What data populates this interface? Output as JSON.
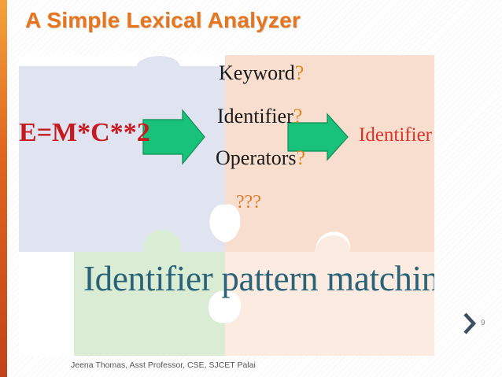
{
  "slide": {
    "title": "A Simple Lexical Analyzer",
    "page_number": "9",
    "footer": "Jeena Thomas, Asst Professor, CSE, SJCET Palai"
  },
  "figure": {
    "expression_first": "E",
    "expression_rest": "=M*C**2",
    "questions": [
      {
        "text": "Keyword",
        "mark": "?"
      },
      {
        "text": "Identifier",
        "mark": "?"
      },
      {
        "text": "Operators",
        "mark": "?"
      }
    ],
    "unknown": "???",
    "result": "Identifier",
    "caption": "Identifier pattern matching"
  },
  "colors": {
    "title": "#e8741c",
    "accent_bar": "#e0661e",
    "expression": "#c8191e",
    "arrow": "#19c27a",
    "result": "#d9332b",
    "caption": "#2a6277",
    "puzzle_blue": "#dde3ef",
    "puzzle_orange": "#f8dccb",
    "puzzle_green": "#d8ecd2"
  },
  "icons": {
    "arrow": "green-right-arrow-icon",
    "next": "chevron-right-icon"
  }
}
